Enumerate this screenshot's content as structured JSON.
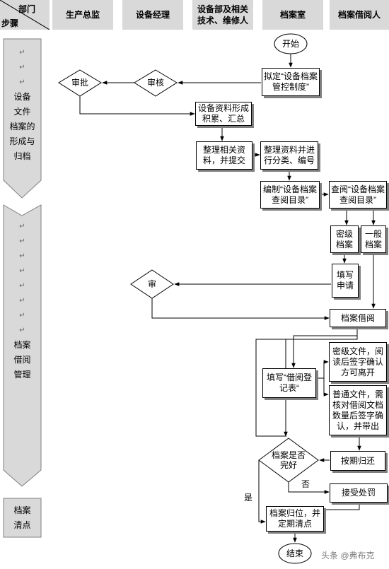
{
  "header": {
    "corner_top": "部门",
    "corner_bottom": "步骤",
    "columns": [
      "生产总监",
      "设备经理",
      "设备部及相关技术、维修人",
      "档案室",
      "档案借阅人"
    ]
  },
  "stages": {
    "formation": {
      "lines": [
        "设备",
        "文件",
        "档案的",
        "形成与",
        "归档"
      ]
    },
    "borrow": {
      "lines": [
        "档案",
        "借阅",
        "管理"
      ]
    },
    "check": {
      "lines": [
        "档案",
        "清点"
      ]
    }
  },
  "nodes": {
    "start": "开始",
    "draft_policy": "拟定“设备档案管控制度”",
    "review": "审核",
    "approve": "审批",
    "form_data": "设备资料形成积累、汇总",
    "organize_submit": "整理相关资料，并提交",
    "classify": "整理资料并进行分类、编号",
    "compile_catalog": "编制“设备档案查阅目录”",
    "consult_catalog": "查阅“设备档案查阅目录”",
    "secret_archive": "密级档案",
    "general_archive": "一般档案",
    "fill_request": "填写申请",
    "approve2": "审",
    "borrow": "档案借阅",
    "fill_register": "填写“借阅登记表“",
    "secret_read": "密级文件，阅读后签字确认方可离开",
    "normal_file": "普通文件，需核对借阅文档数量后签字确认，并带出",
    "intact_check": "档案是否完好",
    "return_on_time": "按期归还",
    "penalty": "接受处罚",
    "restore": "档案归位，并定期清点",
    "end": "结束"
  },
  "edge_labels": {
    "no": "否",
    "yes": "是"
  },
  "watermark": "头条 @弗布克"
}
